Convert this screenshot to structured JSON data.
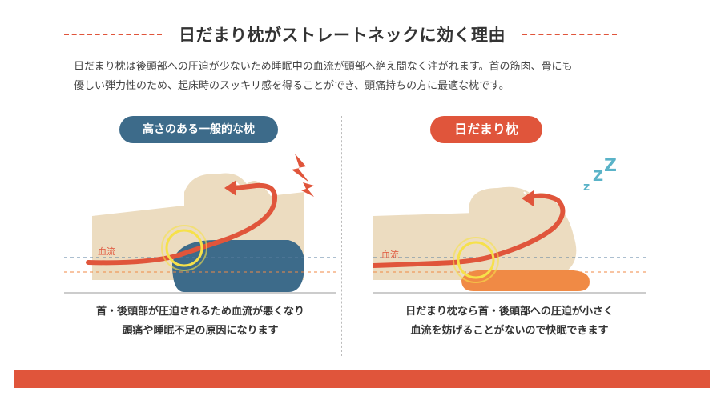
{
  "title": "日だまり枕がストレートネックに効く理由",
  "description": [
    "日だまり枕は後頭部への圧迫が少ないため睡眠中の血流が頭部へ絶え間なく注がれます。首の筋肉、骨にも",
    "優しい弾力性のため、起床時のスッキリ感を得ることができ、頭痛持ちの方に最適な枕です。"
  ],
  "left_panel": {
    "label": "高さのある一般的な枕",
    "blood_flow_label": "血流",
    "caption": [
      "首・後頭部が圧迫されるため血流が悪くなり",
      "頭痛や睡眠不足の原因になります"
    ]
  },
  "right_panel": {
    "label": "日だまり枕",
    "blood_flow_label": "血流",
    "caption": [
      "日だまり枕なら首・後頭部への圧迫が小さく",
      "血流を妨げることがないので快眠できます"
    ],
    "sleep_mark": "zZZ"
  },
  "colors": {
    "accent": "#e0553b",
    "navy": "#3d6b8a",
    "skin": "#ecdcc0",
    "pillow_orange": "#f08a45",
    "lightning": "#e0553b",
    "zzz": "#5ab3c8"
  }
}
